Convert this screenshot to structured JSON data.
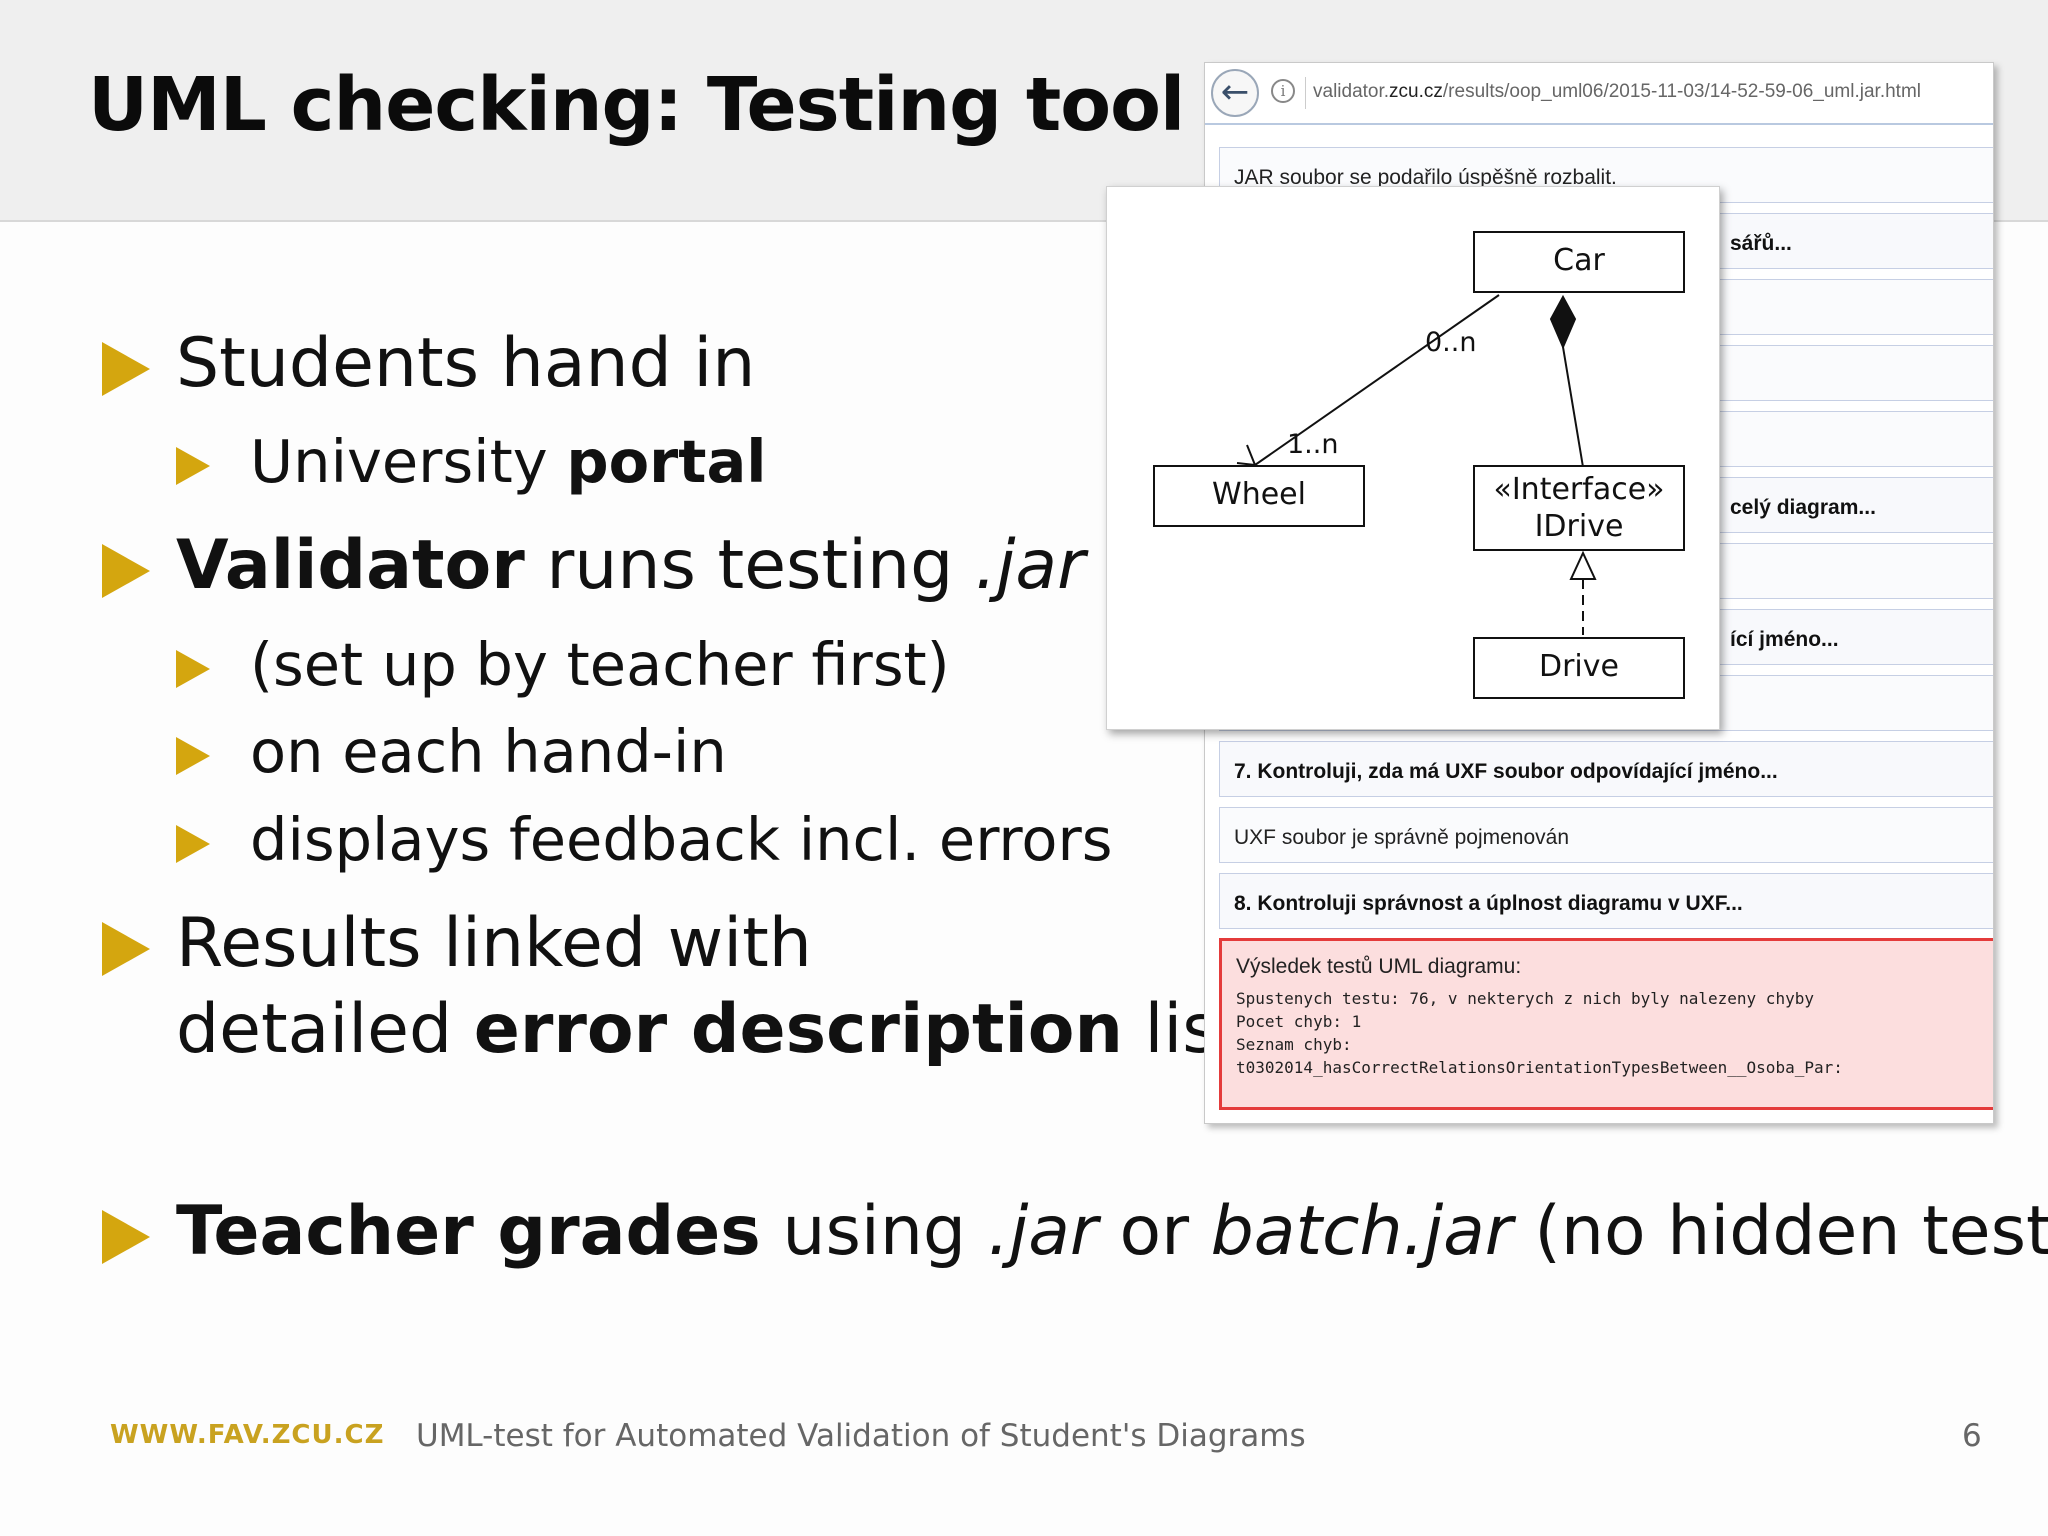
{
  "slide": {
    "title": "UML checking: Testing tool use"
  },
  "bullets": {
    "b1": {
      "text": "Students hand in"
    },
    "b1_1": {
      "pre": "University ",
      "bold": "portal"
    },
    "b2": {
      "bold": "Validator",
      "mid": " runs testing ",
      "italic": ".jar"
    },
    "b2_1": {
      "text": "(set up by teacher first)"
    },
    "b2_2": {
      "text": "on each hand-in"
    },
    "b2_3": {
      "text": "displays feedback incl. errors"
    },
    "b3": {
      "line1": "Results linked with",
      "pre": "detailed ",
      "bold": "error description",
      "post": " list"
    },
    "b4": {
      "bold": "Teacher grades",
      "mid1": " using ",
      "italic1": ".jar",
      "mid2": " or ",
      "italic2": "batch.jar",
      "post": " (no hidden tests)"
    }
  },
  "browser": {
    "url_prefix": "validator.",
    "url_domain": "zcu.cz",
    "url_path": "/results/oop_uml06/2015-11-03/14-52-59-06_uml.jar.html",
    "rows": [
      {
        "text": "JAR soubor se podařilo úspěšně rozbalit."
      },
      {
        "text": "sářů..."
      },
      {
        "text": "celý diagram..."
      },
      {
        "text": "ící jméno..."
      },
      {
        "text": "7. Kontroluji, zda má UXF soubor odpovídající jméno..."
      },
      {
        "text": "UXF soubor je správně pojmenován"
      },
      {
        "text": "8. Kontroluji správnost a úplnost diagramu v UXF..."
      }
    ],
    "result": {
      "title": "Výsledek testů UML diagramu:",
      "lines": [
        "Spustenych testu: 76, v nekterych z nich byly nalezeny chyby",
        "Pocet chyb: 1",
        "Seznam chyb:",
        "t0302014_hasCorrectRelationsOrientationTypesBetween__Osoba_Par:"
      ]
    }
  },
  "uml": {
    "classes": {
      "car": "Car",
      "wheel": "Wheel",
      "idrive_stereotype": "«Interface»",
      "idrive_name": "IDrive",
      "drive": "Drive"
    },
    "multiplicities": {
      "car_end": "0..n",
      "wheel_end": "1..n"
    }
  },
  "footer": {
    "site": "WWW.FAV.ZCU.CZ",
    "title": "UML-test for Automated Validation of Student's Diagrams",
    "page": "6"
  },
  "colors": {
    "accent": "#d4a60f",
    "error_border": "#e43b3b",
    "error_fill": "#fcdede"
  }
}
